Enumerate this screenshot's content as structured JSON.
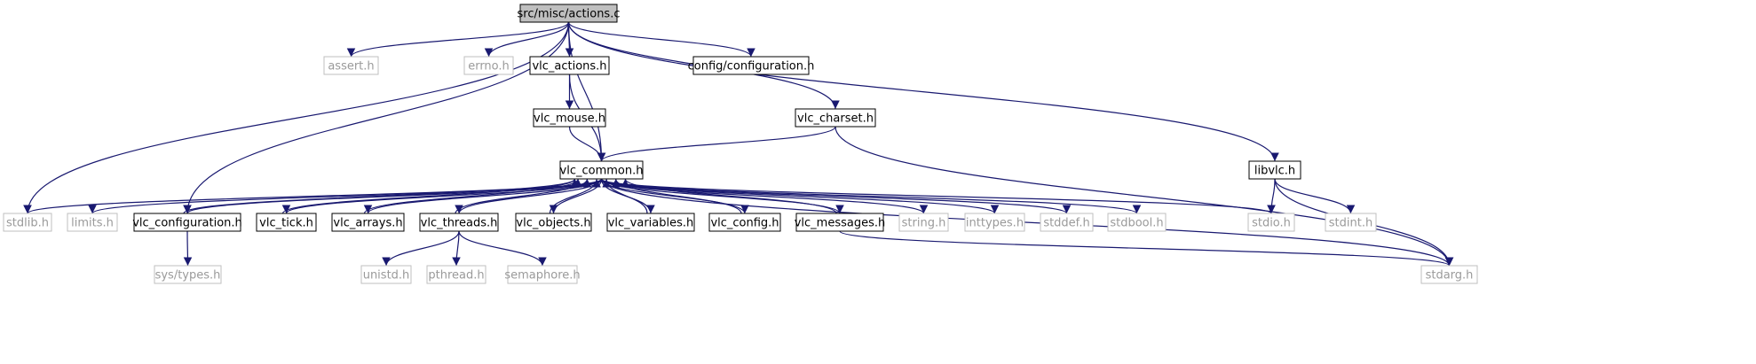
{
  "diagram": {
    "nodes": [
      {
        "id": "actions_c",
        "label": "src/misc/actions.c",
        "kind": "focus"
      },
      {
        "id": "assert_h",
        "label": "assert.h",
        "kind": "system"
      },
      {
        "id": "errno_h",
        "label": "errno.h",
        "kind": "system"
      },
      {
        "id": "vlc_actions_h",
        "label": "vlc_actions.h",
        "kind": "project"
      },
      {
        "id": "config_configuration_h",
        "label": "config/configuration.h",
        "kind": "project"
      },
      {
        "id": "vlc_mouse_h",
        "label": "vlc_mouse.h",
        "kind": "project"
      },
      {
        "id": "vlc_charset_h",
        "label": "vlc_charset.h",
        "kind": "project"
      },
      {
        "id": "vlc_common_h",
        "label": "vlc_common.h",
        "kind": "project"
      },
      {
        "id": "libvlc_h",
        "label": "libvlc.h",
        "kind": "project"
      },
      {
        "id": "stdlib_h",
        "label": "stdlib.h",
        "kind": "system"
      },
      {
        "id": "limits_h",
        "label": "limits.h",
        "kind": "system"
      },
      {
        "id": "vlc_configuration_h",
        "label": "vlc_configuration.h",
        "kind": "project"
      },
      {
        "id": "vlc_tick_h",
        "label": "vlc_tick.h",
        "kind": "project"
      },
      {
        "id": "vlc_arrays_h",
        "label": "vlc_arrays.h",
        "kind": "project"
      },
      {
        "id": "vlc_threads_h",
        "label": "vlc_threads.h",
        "kind": "project"
      },
      {
        "id": "vlc_objects_h",
        "label": "vlc_objects.h",
        "kind": "project"
      },
      {
        "id": "vlc_variables_h",
        "label": "vlc_variables.h",
        "kind": "project"
      },
      {
        "id": "vlc_config_h",
        "label": "vlc_config.h",
        "kind": "project"
      },
      {
        "id": "vlc_messages_h",
        "label": "vlc_messages.h",
        "kind": "project"
      },
      {
        "id": "string_h",
        "label": "string.h",
        "kind": "system"
      },
      {
        "id": "inttypes_h",
        "label": "inttypes.h",
        "kind": "system"
      },
      {
        "id": "stddef_h",
        "label": "stddef.h",
        "kind": "system"
      },
      {
        "id": "stdbool_h",
        "label": "stdbool.h",
        "kind": "system"
      },
      {
        "id": "stdio_h",
        "label": "stdio.h",
        "kind": "system"
      },
      {
        "id": "stdint_h",
        "label": "stdint.h",
        "kind": "system"
      },
      {
        "id": "sys_types_h",
        "label": "sys/types.h",
        "kind": "system"
      },
      {
        "id": "unistd_h",
        "label": "unistd.h",
        "kind": "system"
      },
      {
        "id": "pthread_h",
        "label": "pthread.h",
        "kind": "system"
      },
      {
        "id": "semaphore_h",
        "label": "semaphore.h",
        "kind": "system"
      },
      {
        "id": "stdarg_h",
        "label": "stdarg.h",
        "kind": "system"
      }
    ],
    "edges": [
      [
        "actions_c",
        "assert_h"
      ],
      [
        "actions_c",
        "errno_h"
      ],
      [
        "actions_c",
        "vlc_actions_h"
      ],
      [
        "actions_c",
        "config_configuration_h"
      ],
      [
        "actions_c",
        "vlc_charset_h"
      ],
      [
        "actions_c",
        "vlc_common_h"
      ],
      [
        "actions_c",
        "libvlc_h"
      ],
      [
        "actions_c",
        "stdlib_h"
      ],
      [
        "actions_c",
        "vlc_configuration_h"
      ],
      [
        "vlc_actions_h",
        "vlc_mouse_h"
      ],
      [
        "vlc_actions_h",
        "vlc_common_h"
      ],
      [
        "vlc_mouse_h",
        "vlc_common_h"
      ],
      [
        "vlc_charset_h",
        "vlc_common_h"
      ],
      [
        "vlc_charset_h",
        "stdarg_h"
      ],
      [
        "libvlc_h",
        "stdio_h"
      ],
      [
        "libvlc_h",
        "stdint_h"
      ],
      [
        "libvlc_h",
        "stdarg_h"
      ],
      [
        "vlc_common_h",
        "stdlib_h"
      ],
      [
        "vlc_common_h",
        "limits_h"
      ],
      [
        "vlc_common_h",
        "vlc_configuration_h"
      ],
      [
        "vlc_common_h",
        "vlc_tick_h"
      ],
      [
        "vlc_common_h",
        "vlc_arrays_h"
      ],
      [
        "vlc_common_h",
        "vlc_threads_h"
      ],
      [
        "vlc_common_h",
        "vlc_objects_h"
      ],
      [
        "vlc_common_h",
        "vlc_variables_h"
      ],
      [
        "vlc_common_h",
        "vlc_config_h"
      ],
      [
        "vlc_common_h",
        "vlc_messages_h"
      ],
      [
        "vlc_common_h",
        "string_h"
      ],
      [
        "vlc_common_h",
        "inttypes_h"
      ],
      [
        "vlc_common_h",
        "stddef_h"
      ],
      [
        "vlc_common_h",
        "stdbool_h"
      ],
      [
        "vlc_common_h",
        "stdio_h"
      ],
      [
        "vlc_common_h",
        "stdarg_h"
      ],
      [
        "vlc_configuration_h",
        "vlc_common_h"
      ],
      [
        "vlc_tick_h",
        "vlc_common_h"
      ],
      [
        "vlc_arrays_h",
        "vlc_common_h"
      ],
      [
        "vlc_threads_h",
        "vlc_common_h"
      ],
      [
        "vlc_objects_h",
        "vlc_common_h"
      ],
      [
        "vlc_variables_h",
        "vlc_common_h"
      ],
      [
        "vlc_config_h",
        "vlc_common_h"
      ],
      [
        "vlc_messages_h",
        "vlc_common_h"
      ],
      [
        "vlc_configuration_h",
        "sys_types_h"
      ],
      [
        "vlc_threads_h",
        "unistd_h"
      ],
      [
        "vlc_threads_h",
        "pthread_h"
      ],
      [
        "vlc_threads_h",
        "semaphore_h"
      ],
      [
        "vlc_messages_h",
        "stdarg_h"
      ]
    ]
  }
}
